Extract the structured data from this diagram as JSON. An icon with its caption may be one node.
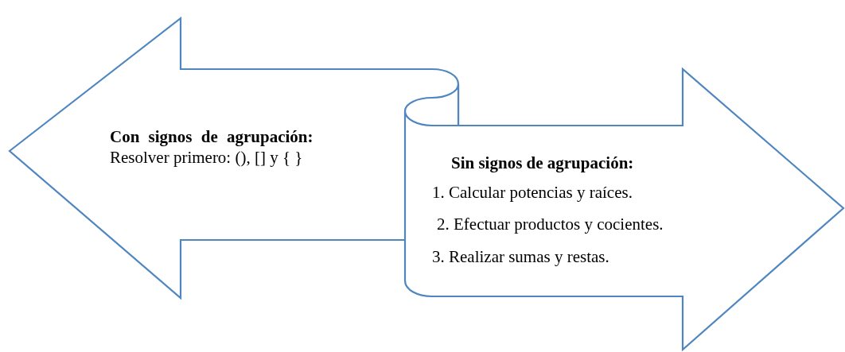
{
  "diagram": {
    "nodes": [
      {
        "text": [
          "Con signos de agrupación:",
          "Resolver primero: (), [] y { }"
        ]
      },
      {
        "text": [
          "Sin signos de agrupación:",
          "1. Calcular potencias y raíces.",
          "2. Efectuar productos y cocientes.",
          "3. Realizar sumas y restas."
        ]
      }
    ]
  }
}
